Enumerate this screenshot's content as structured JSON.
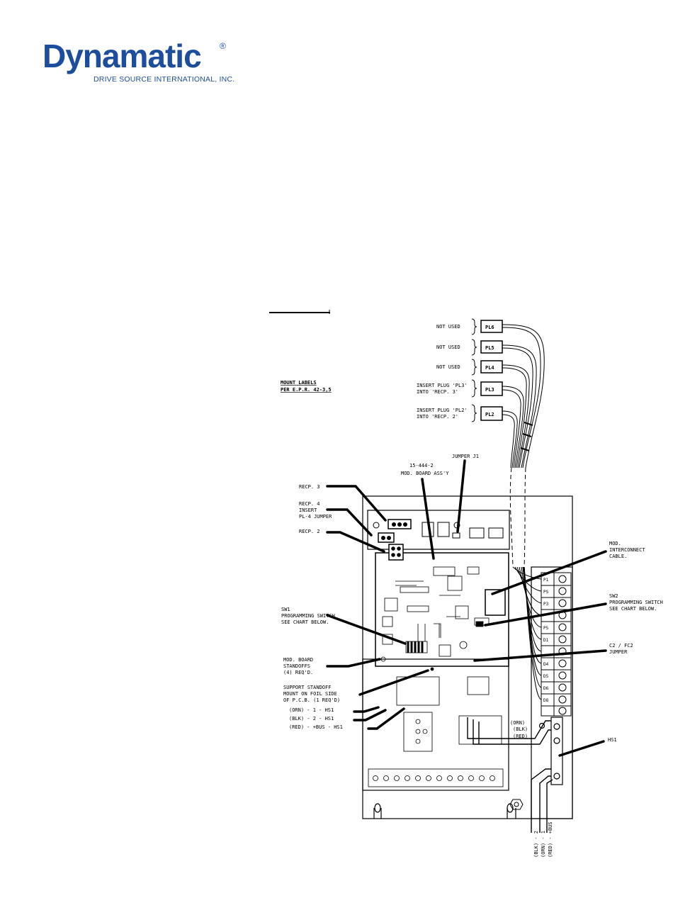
{
  "brand": {
    "logo_text": "Dynamatic",
    "registered_mark": "®",
    "subtitle": "DRIVE SOURCE INTERNATIONAL, INC.",
    "color": "#1d4e9e"
  },
  "plugs": [
    {
      "id": "PL6",
      "note": "NOT  USED"
    },
    {
      "id": "PL5",
      "note": "NOT  USED"
    },
    {
      "id": "PL4",
      "note": "NOT  USED"
    },
    {
      "id": "PL3",
      "note_line1": "INSERT  PLUG  'PL3'",
      "note_line2": "INTO  'RECP. 3'"
    },
    {
      "id": "PL2",
      "note_line1": "INSERT  PLUG  'PL2'",
      "note_line2": "INTO  'RECP. 2'"
    }
  ],
  "mount_labels": {
    "line1": "MOUNT  LABELS",
    "line2": "PER  E.P.R.  42-3,5"
  },
  "callouts": {
    "jumper_j1": "JUMPER  J1",
    "mod_board_part": "15-444-2",
    "mod_board": "MOD.  BOARD  ASS'Y",
    "recp3": "RECP.  3",
    "recp4_l1": "RECP.  4",
    "recp4_l2": "INSERT",
    "recp4_l3": "PL-4  JUMPER",
    "recp2": "RECP.  2",
    "sw1_l1": "SW1",
    "sw1_l2": "PROGRAMMING  SWITCH",
    "sw1_l3": "SEE  CHART  BELOW.",
    "standoffs_l1": "MOD.  BOARD",
    "standoffs_l2": "STANDOFFS",
    "standoffs_l3": "(4)  REQ'D.",
    "support_l1": "SUPPORT  STANDOFF",
    "support_l2": "MOUNT  ON  FOIL  SIDE",
    "support_l3": "OF  P.C.B.  (1 REQ'D)",
    "wire1": "(ORN) - 1 - HS1",
    "wire2": "(BLK) - 2 - HS1",
    "wire3": "(RED) - +BUS - HS1",
    "interconnect_l1": "MOD.",
    "interconnect_l2": "INTERCONNECT",
    "interconnect_l3": "CABLE.",
    "sw2_l1": "SW2",
    "sw2_l2": "PROGRAMMING  SWITCH",
    "sw2_l3": "SEE  CHART  BELOW.",
    "c2_l1": "C2 / FC2",
    "c2_l2": "JUMPER",
    "hs1": "HS1",
    "hs_orn": "(ORN)",
    "hs_blk": "(BLK)",
    "hs_red": "(RED)",
    "bottom_blk": "(BLK) - 2",
    "bottom_orn": "(ORN) - 1",
    "bottom_red": "(RED) - +BUS"
  },
  "terminals": [
    "P1",
    "PS",
    "P3",
    "",
    "P5",
    "D1",
    "",
    "D4",
    "D5",
    "D6",
    "D8",
    "",
    ""
  ]
}
